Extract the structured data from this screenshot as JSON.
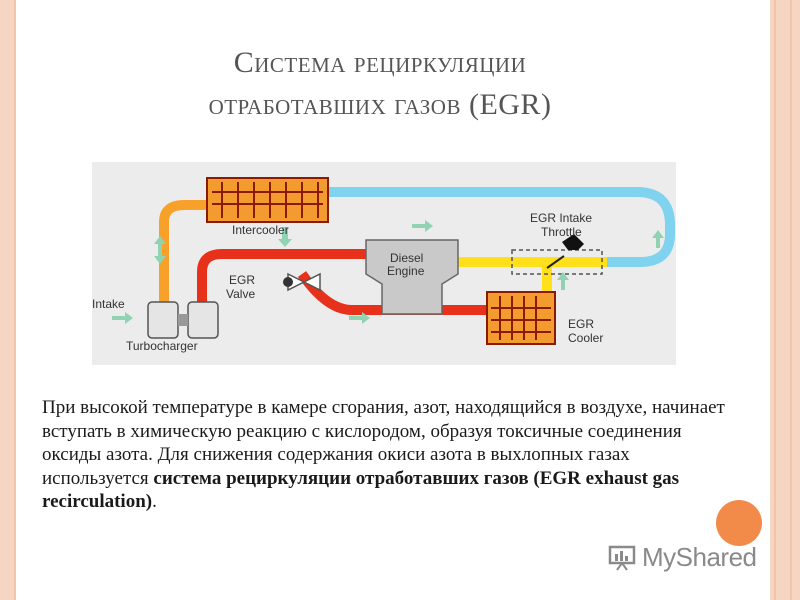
{
  "title": {
    "line1": "Система рециркуляции",
    "line2": "отработавших газов (EGR)"
  },
  "diagram": {
    "labels": {
      "intercooler": "Intercooler",
      "egr_intake_throttle_1": "EGR Intake",
      "egr_intake_throttle_2": "Throttle",
      "diesel_engine_1": "Diesel",
      "diesel_engine_2": "Engine",
      "egr_valve_1": "EGR",
      "egr_valve_2": "Valve",
      "intake": "Intake",
      "turbocharger": "Turbocharger",
      "egr_cooler_1": "EGR",
      "egr_cooler_2": "Cooler"
    },
    "colors": {
      "background": "#ececec",
      "cold_air": "#7fd3ee",
      "warm_air": "#f7a12a",
      "exhaust": "#e8311a",
      "egr_flow": "#ffe01a",
      "cooler_body": "#f49b2f",
      "cooler_grid": "#8a1a00",
      "engine": "#c9c9c9",
      "arrow": "#8fd3b2"
    }
  },
  "paragraph": {
    "text": "При высокой температуре в камере сгорания, азот, находящийся в воздухе, начинает вступать в химическую реакцию с кислородом, образуя токсичные соединения оксиды азота. Для снижения содержания окиси азота в выхлопных газах используется ",
    "bold": "система рециркуляции отработавших газов (EGR exhaust gas recirculation)",
    "tail": "."
  },
  "logo": {
    "text": "MyShared"
  }
}
